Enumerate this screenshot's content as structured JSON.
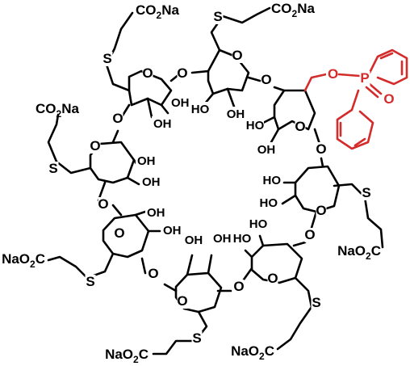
{
  "colors": {
    "bond": "#000000",
    "highlight": "#d42b2b",
    "background": "#ffffff"
  },
  "labels": {
    "o_bridge": "O",
    "o_ring": "O",
    "oh": "OH",
    "ho": "HO",
    "s": "S",
    "co2na": "CO2Na",
    "naO2c": "NaO2C",
    "p": "P",
    "o_phos": "O",
    "o_ester": "O"
  }
}
